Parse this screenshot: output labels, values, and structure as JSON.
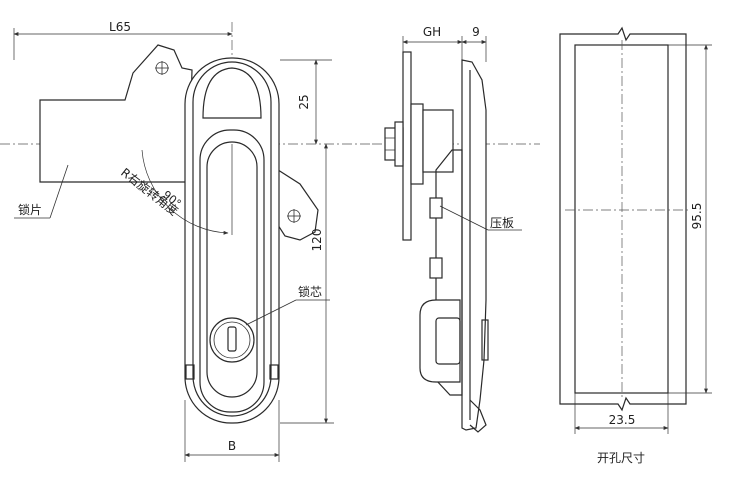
{
  "dimensions": {
    "l65": "L65",
    "d25": "25",
    "d120": "120",
    "gh": "GH",
    "d9": "9",
    "d95_5": "95.5",
    "d23_5": "23.5",
    "b": "B"
  },
  "labels": {
    "lock_plate": "锁片",
    "rotation": "R右旋转角度",
    "angle": "90°",
    "lock_core": "锁芯",
    "press_plate": "压板",
    "cutout": "开孔尺寸"
  }
}
